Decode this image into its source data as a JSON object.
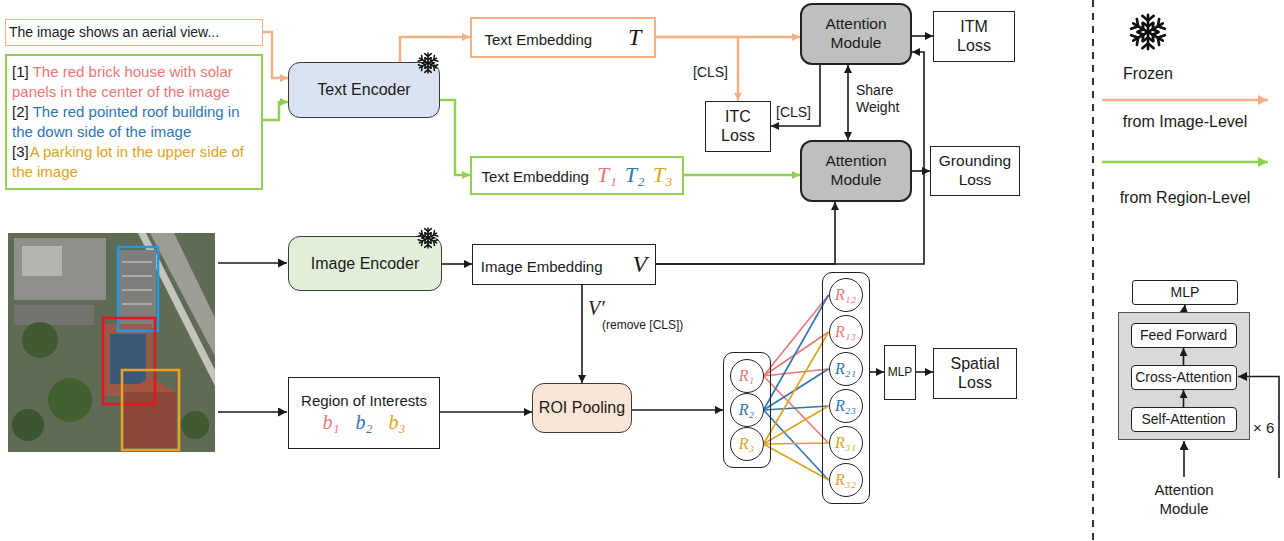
{
  "diagram": {
    "nodes": [
      {
        "text": [
          "The image shows an aerial view..."
        ]
      },
      {
        "text": [
          "[1]",
          "The red brick house with solar panels in the center of the image",
          "[2]",
          "The red pointed roof building in the down side of the image",
          "[3]",
          "A parking lot in the upper side of the image"
        ]
      },
      {
        "text": [
          "Text Encoder"
        ]
      },
      {
        "text": [
          "Text Embedding",
          "T"
        ]
      },
      {
        "text": [
          "Attention Module"
        ]
      },
      {
        "text": [
          "ITM Loss"
        ]
      },
      {
        "text": [
          "ITC Loss"
        ]
      },
      {
        "text": [
          "Text Embedding",
          "T₁",
          "T₂",
          "T₃"
        ]
      },
      {
        "text": [
          "Attention Module"
        ]
      },
      {
        "text": [
          "Grounding Loss"
        ]
      },
      {
        "text": [
          "Image Encoder"
        ]
      },
      {
        "text": [
          "Image Embedding",
          "V"
        ]
      },
      {
        "text": [
          "Region of Interests",
          "b₁",
          "b₂",
          "b₃"
        ]
      },
      {
        "text": [
          "ROI Pooling"
        ]
      },
      {
        "text": []
      },
      {
        "text": [
          "R₁"
        ],
        "in": 14
      },
      {
        "text": [
          "R₂"
        ],
        "in": 14
      },
      {
        "text": [
          "R₃"
        ],
        "in": 14
      },
      {
        "text": []
      },
      {
        "text": [
          "R₁₂"
        ],
        "in": 18
      },
      {
        "text": [
          "R₁₃"
        ],
        "in": 18
      },
      {
        "text": [
          "R₂₁"
        ],
        "in": 18
      },
      {
        "text": [
          "R₂₃"
        ],
        "in": 18
      },
      {
        "text": [
          "R₃₁"
        ],
        "in": 18
      },
      {
        "text": [
          "R₃₂"
        ],
        "in": 18
      },
      {
        "text": [
          "MLP"
        ]
      },
      {
        "text": [
          "Spatial Loss"
        ]
      },
      {
        "text": [
          "MLP"
        ]
      },
      {
        "text": [
          "× 6"
        ]
      },
      {
        "text": [
          "Feed Forward"
        ],
        "in": 28
      },
      {
        "text": [
          "Cross-Attention"
        ],
        "in": 28
      },
      {
        "text": [
          "Self-Attention"
        ],
        "in": 28
      }
    ],
    "edges": [
      {
        "from": 0,
        "to": 2,
        "arrow": "to"
      },
      {
        "from": 1,
        "to": 2,
        "arrow": "to"
      },
      {
        "from": 2,
        "to": 3,
        "arrow": "to"
      },
      {
        "from": 2,
        "to": 7,
        "arrow": "to"
      },
      {
        "from": 3,
        "to": 4,
        "arrow": "to"
      },
      {
        "from": 3,
        "to": 6,
        "arrow": "to",
        "label": "[CLS]"
      },
      {
        "from": 4,
        "to": 5,
        "arrow": "to"
      },
      {
        "from": 4,
        "to": 6,
        "arrow": "to",
        "label": "[CLS]"
      },
      {
        "from": 4,
        "to": 8,
        "arrow": "both",
        "label": "Share Weight"
      },
      {
        "from": 7,
        "to": 8,
        "arrow": "to"
      },
      {
        "from": 8,
        "to": 9,
        "arrow": "to"
      },
      {
        "from": 10,
        "to": 11,
        "arrow": "to"
      },
      {
        "from": 11,
        "to": 8,
        "arrow": "to"
      },
      {
        "from": 11,
        "to": 4,
        "arrow": "to"
      },
      {
        "from": 11,
        "to": 13,
        "arrow": "to"
      },
      {
        "from": 12,
        "to": 13,
        "arrow": "to"
      },
      {
        "from": 13,
        "to": 14,
        "arrow": "to"
      },
      {
        "from": 15,
        "to": 19,
        "arrow": "none"
      },
      {
        "from": 15,
        "to": 20,
        "arrow": "none"
      },
      {
        "from": 15,
        "to": 21,
        "arrow": "none"
      },
      {
        "from": 15,
        "to": 23,
        "arrow": "none"
      },
      {
        "from": 16,
        "to": 19,
        "arrow": "none"
      },
      {
        "from": 16,
        "to": 21,
        "arrow": "none"
      },
      {
        "from": 16,
        "to": 22,
        "arrow": "none"
      },
      {
        "from": 16,
        "to": 24,
        "arrow": "none"
      },
      {
        "from": 17,
        "to": 20,
        "arrow": "none"
      },
      {
        "from": 17,
        "to": 22,
        "arrow": "none"
      },
      {
        "from": 17,
        "to": 23,
        "arrow": "none"
      },
      {
        "from": 17,
        "to": 24,
        "arrow": "none"
      },
      {
        "from": 18,
        "to": 25,
        "arrow": "to"
      },
      {
        "from": 25,
        "to": 26,
        "arrow": "to"
      },
      {
        "from": 31,
        "to": 30,
        "arrow": "to"
      },
      {
        "from": 30,
        "to": 29,
        "arrow": "to"
      },
      {
        "from": 28,
        "to": 27,
        "arrow": "to"
      }
    ],
    "labels": [
      "V′",
      "(remove [CLS])",
      "Attention Module"
    ],
    "legend": [
      {
        "text": "Frozen"
      },
      {
        "text": "from Image-Level"
      },
      {
        "text": "from Region-Level"
      }
    ]
  }
}
